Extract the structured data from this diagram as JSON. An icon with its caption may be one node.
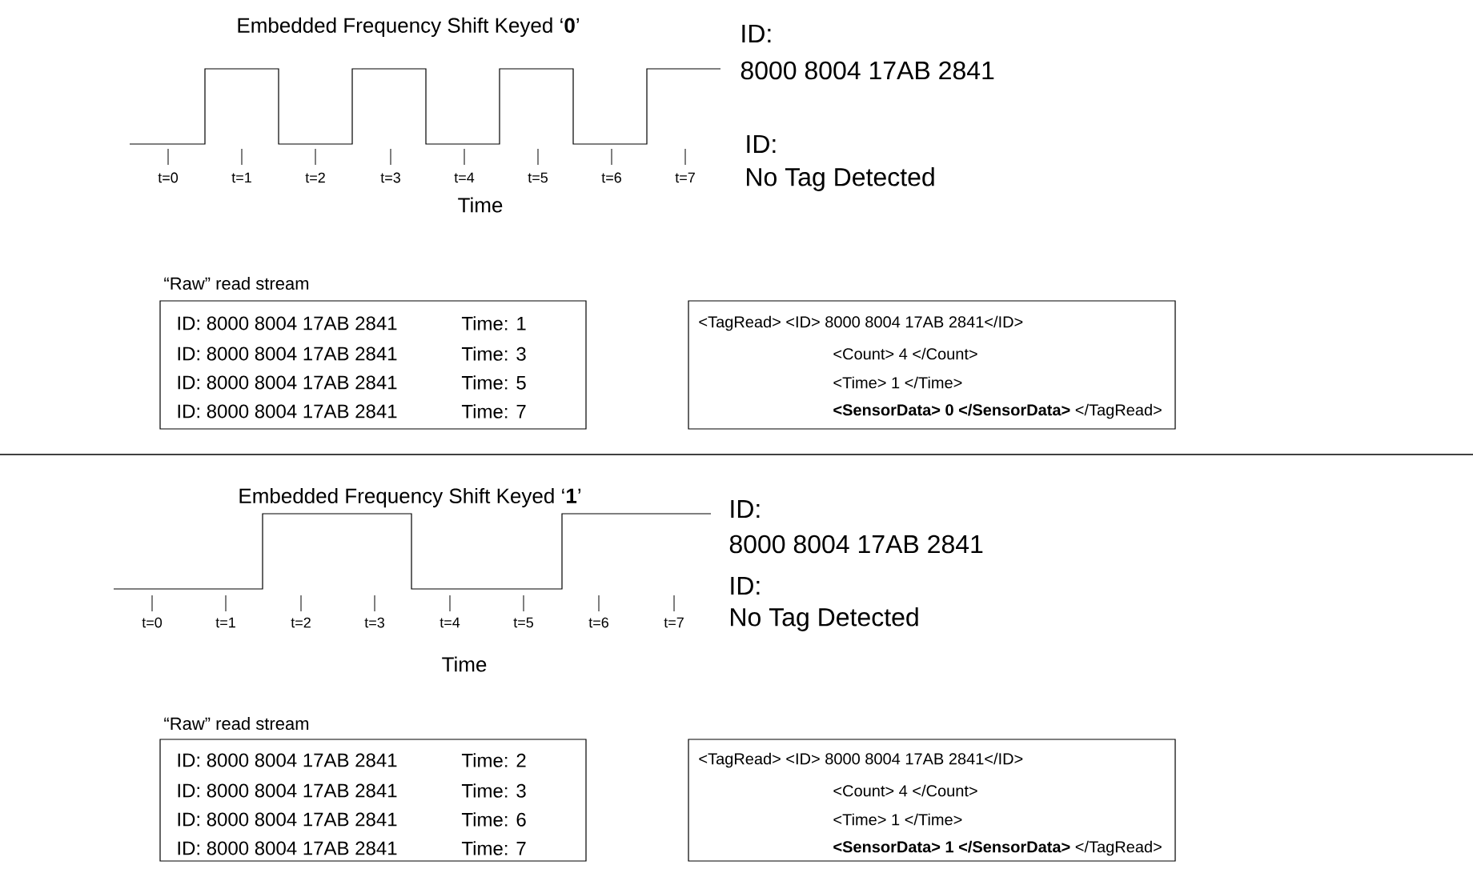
{
  "diagram": {
    "nodes": [
      {
        "text": [
          "“Raw” read stream",
          "ID: 8000 8004 17AB 2841",
          "Time: 1",
          "ID: 8000 8004 17AB 2841",
          "Time: 3",
          "ID: 8000 8004 17AB 2841",
          "Time: 5",
          "ID: 8000 8004 17AB 2841",
          "Time: 7"
        ]
      },
      {
        "text": [
          "<TagRead> <ID> 8000 8004 17AB 2841</ID>",
          "<Count> 4 </Count>",
          "<Time> 1 </Time>",
          "**<SensorData> 0 </SensorData>** </TagRead>"
        ]
      },
      {
        "text": [
          "“Raw” read stream",
          "ID: 8000 8004 17AB 2841",
          "Time: 2",
          "ID: 8000 8004 17AB 2841",
          "Time: 3",
          "ID: 8000 8004 17AB 2841",
          "Time: 6",
          "ID: 8000 8004 17AB 2841",
          "Time: 7"
        ]
      },
      {
        "text": [
          "<TagRead> <ID> 8000 8004 17AB 2841</ID>",
          "<Count> 4 </Count>",
          "<Time> 1 </Time>",
          "**<SensorData> 1 </SensorData>** </TagRead>"
        ]
      }
    ],
    "labels": [
      "Embedded Frequency Shift Keyed ‘**0**’",
      "ID:",
      "8000 8004 17AB 2841",
      "ID:",
      "No Tag Detected",
      "t=0",
      "t=1",
      "t=2",
      "t=3",
      "t=4",
      "t=5",
      "t=6",
      "t=7",
      "Time",
      "Embedded Frequency Shift Keyed ‘**1**’",
      "ID:",
      "8000 8004 17AB 2841",
      "ID:",
      "No Tag Detected",
      "t=0",
      "t=1",
      "t=2",
      "t=3",
      "t=4",
      "t=5",
      "t=6",
      "t=7",
      "Time"
    ]
  }
}
